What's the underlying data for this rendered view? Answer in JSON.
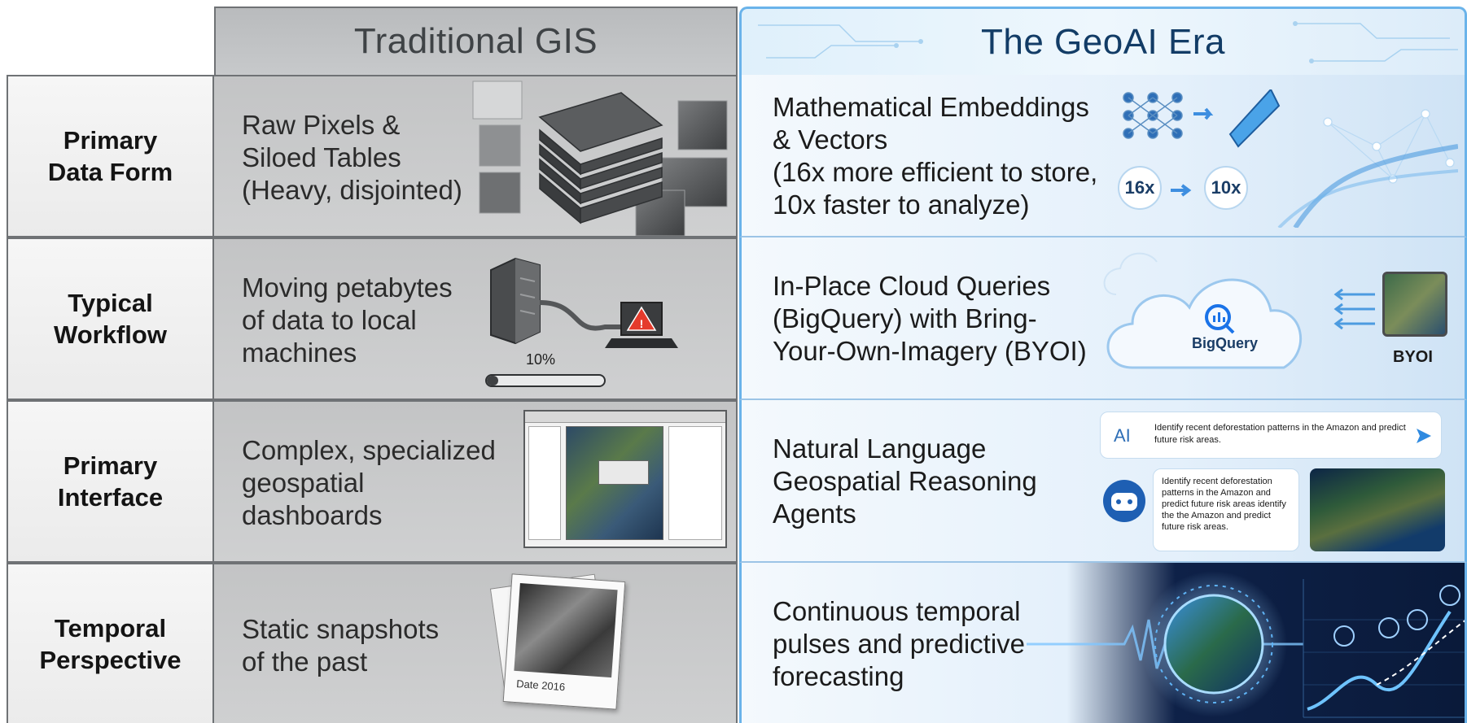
{
  "header": {
    "traditional": "Traditional GIS",
    "geoai": "The GeoAI Era"
  },
  "rows": [
    {
      "label": "Primary\nData Form",
      "traditional": "Raw Pixels &\nSiloed Tables\n(Heavy, disjointed)",
      "geoai": "Mathematical Embeddings\n& Vectors\n(16x more efficient to store,\n10x faster to analyze)",
      "badges": [
        "16x",
        "10x"
      ]
    },
    {
      "label": "Typical\nWorkflow",
      "traditional": "Moving petabytes\nof data to local\nmachines",
      "progress_text": "10%",
      "progress": 0.1,
      "geoai": "In-Place Cloud Queries\n(BigQuery) with Bring-\nYour-Own-Imagery (BYOI)",
      "cloud_label": "BigQuery",
      "byoi_label": "BYOI"
    },
    {
      "label": "Primary\nInterface",
      "traditional": "Complex, specialized\ngeospatial\ndashboards",
      "geoai": "Natural Language\nGeospatial Reasoning\nAgents",
      "chat_prompt": "Identify recent deforestation patterns in the Amazon and predict future risk areas.",
      "chat_reply": "Identify recent deforestation patterns in the Amazon and predict future risk areas identify the the Amazon and predict future risk areas.",
      "ai_badge": "AI"
    },
    {
      "label": "Temporal\nPerspective",
      "traditional": "Static snapshots\nof the past",
      "photo_caption": "Date 2016",
      "geoai": "Continuous temporal\npulses and predictive\nforecasting"
    }
  ],
  "colors": {
    "traditional_bg": "#c5c6c7",
    "geoai_border": "#6ab3ea",
    "geoai_title": "#123c66"
  },
  "icons": [
    "neural-network-icon",
    "vector-diamond-icon",
    "database-icon",
    "speedometer-icon",
    "server-icon",
    "laptop-warning-icon",
    "cloud-icon",
    "bigquery-icon",
    "robot-icon",
    "globe-icon",
    "send-icon"
  ]
}
